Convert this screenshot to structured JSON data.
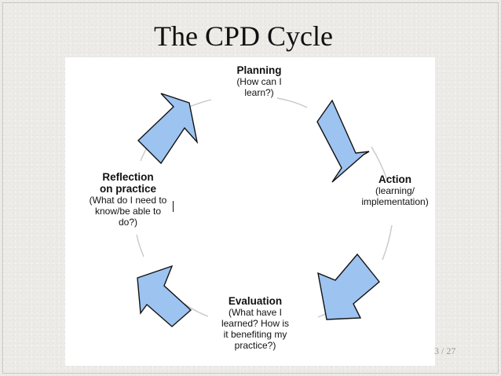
{
  "slide": {
    "title": "The CPD Cycle",
    "page_number": "3",
    "page_total": "/ 27"
  },
  "diagram": {
    "stages": [
      {
        "id": "planning",
        "heading": "Planning",
        "description": "(How can I\nlearn?)"
      },
      {
        "id": "action",
        "heading": "Action",
        "description": "(learning/\nimplementation)"
      },
      {
        "id": "evaluation",
        "heading": "Evaluation",
        "description": "(What have I\nlearned? How is\nit benefiting my\npractice?)"
      },
      {
        "id": "reflection",
        "heading": "Reflection\non practice",
        "description": "(What do I need to\nknow/be able to\ndo?)"
      }
    ],
    "colors": {
      "arrow_fill": "#9dc3f1",
      "arrow_outline": "#111111",
      "cycle_line": "#c8c8c8"
    },
    "icons": [
      "arrow-planning-to-action-icon",
      "arrow-action-to-evaluation-icon",
      "arrow-evaluation-to-reflection-icon",
      "arrow-reflection-to-planning-icon"
    ]
  }
}
